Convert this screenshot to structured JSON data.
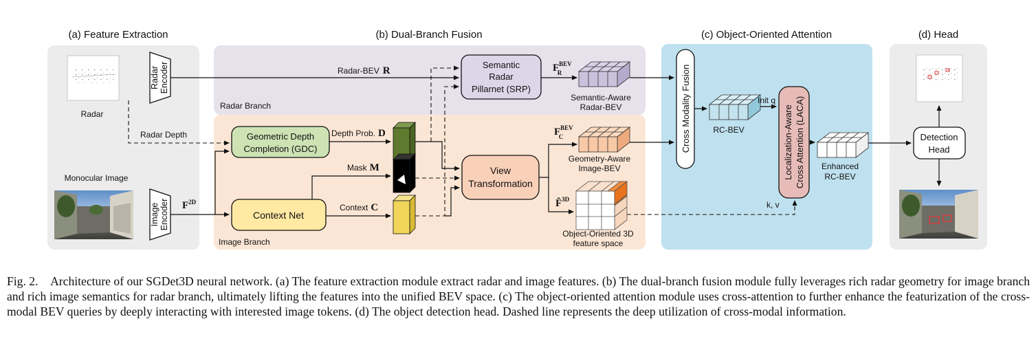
{
  "sections": {
    "a": "(a) Feature Extraction",
    "b": "(b) Dual-Branch Fusion",
    "c": "(c) Object-Oriented Attention",
    "d": "(d) Head"
  },
  "branches": {
    "radar": "Radar Branch",
    "image": "Image Branch"
  },
  "inputs": {
    "radar": "Radar",
    "image": "Monocular Image"
  },
  "encoders": {
    "radar": [
      "Radar",
      "Encoder"
    ],
    "image": [
      "Image",
      "Encoder"
    ]
  },
  "blocks": {
    "gdc": [
      "Geometric Depth",
      "Completion (GDC)"
    ],
    "context_net": "Context Net",
    "srp": [
      "Semantic",
      "Radar",
      "Pillarnet (SRP)"
    ],
    "view": [
      "View",
      "Transformation"
    ],
    "cmf": "Cross Modality Fusion",
    "laca": [
      "Localization-Aware",
      "Cross Attention (LACA)"
    ],
    "det_head": [
      "Detection",
      "Head"
    ]
  },
  "labels": {
    "radar_bev_text": "Radar-BEV",
    "radar_bev_sym": "R",
    "radar_depth": "Radar Depth",
    "depth_prob_text": "Depth Prob.",
    "depth_prob_sym": "D",
    "mask_text": "Mask",
    "mask_sym": "M",
    "context_text": "Context",
    "context_sym": "C",
    "f2d_main": "F",
    "f2d_sup": "2D",
    "frbev_main": "F",
    "frbev_sup": "BEV",
    "frbev_sub": "R",
    "fcbev_main": "F",
    "fcbev_sup": "BEV",
    "fcbev_sub": "C",
    "f3d_main": "F̂",
    "f3d_sup": "3D",
    "semantic_bev": [
      "Semantic-Aware",
      "Radar-BEV"
    ],
    "geometry_bev": [
      "Geometry-Aware",
      "Image-BEV"
    ],
    "object_space": [
      "Object-Oriented 3D",
      "feature space"
    ],
    "rc_bev": "RC-BEV",
    "init_q": "Init q",
    "kv": "k, v",
    "enhanced": [
      "Enhanced",
      "RC-BEV"
    ]
  },
  "colors": {
    "panel_gray": "#ececec",
    "radar_branch": "#e7e1ec",
    "image_branch": "#fbe6d5",
    "attention_panel": "#bfe1ef",
    "gdc_fill": "#cde3b4",
    "context_fill": "#ffe9a3",
    "srp_fill": "#dcd6e9",
    "view_fill": "#f9d0b8",
    "laca_fill": "#e7bcb8",
    "depth_tensor": "#5d7a2e",
    "context_tensor": "#f0d55a",
    "radar_grid": "#c9c2dc",
    "image_grid": "#f8c9a6",
    "rc_grid": "#c4e3ef"
  },
  "caption": {
    "label": "Fig. 2.",
    "text": "Architecture of our SGDet3D neural network. (a) The feature extraction module extract radar and image features. (b) The dual-branch fusion module fully leverages rich radar geometry for image branch and rich image semantics for radar branch, ultimately lifting the features into the unified BEV space. (c) The object-oriented attention module uses cross-attention to further enhance the featurization of the cross-modal BEV queries by deeply interacting with interested image tokens. (d) The object detection head. Dashed line represents the deep utilization of cross-modal information."
  }
}
